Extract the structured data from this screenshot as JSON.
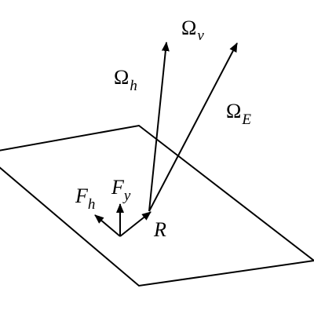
{
  "diagram": {
    "labels": {
      "omega_v": {
        "main": "Ω",
        "sub": "v"
      },
      "omega_h": {
        "main": "Ω",
        "sub": "h"
      },
      "omega_e": {
        "main": "Ω",
        "sub": "E"
      },
      "f_h": {
        "main": "F",
        "sub": "h"
      },
      "f_y": {
        "main": "F",
        "sub": "y"
      },
      "r": {
        "main": "R"
      }
    }
  }
}
